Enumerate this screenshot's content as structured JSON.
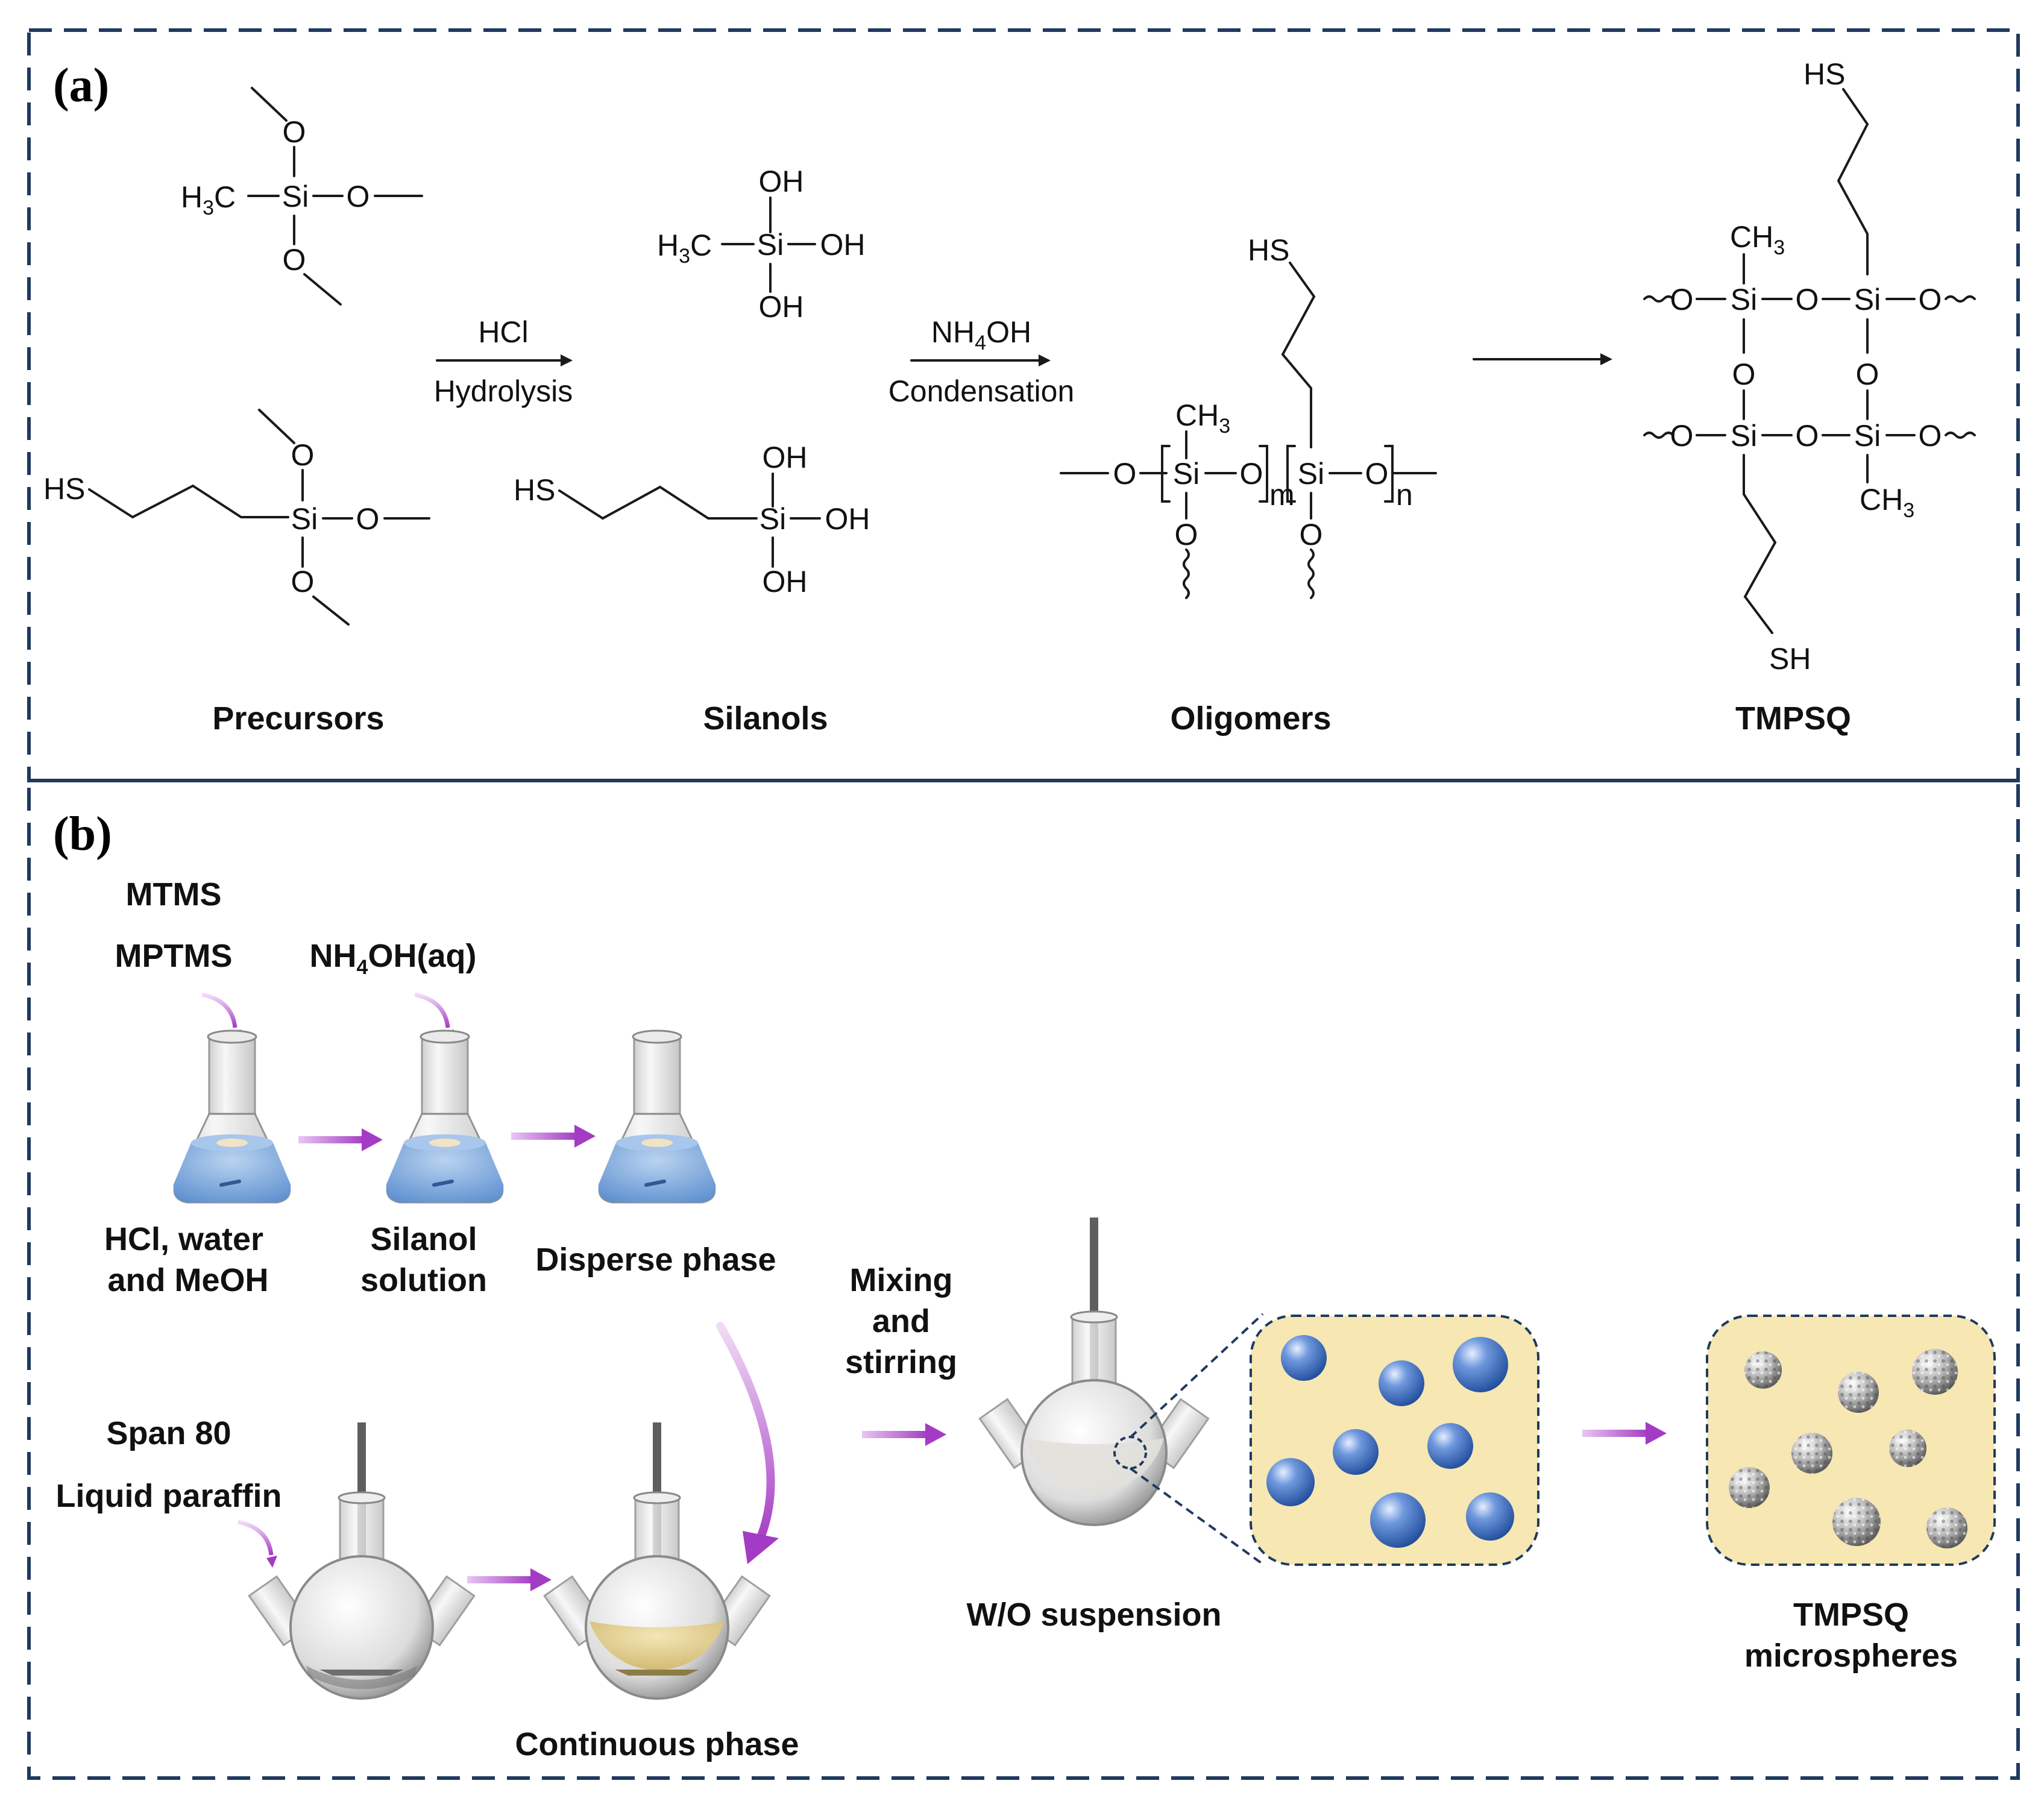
{
  "panel_a": {
    "letter": "(a)",
    "captions": {
      "precursors": "Precursors",
      "silanols": "Silanols",
      "oligomers": "Oligomers",
      "tmpsq": "TMPSQ"
    },
    "hydrolysis": {
      "reagent": "HCl",
      "label": "Hydrolysis"
    },
    "condensation": {
      "reagent_main": "NH",
      "reagent_sub": "4",
      "reagent_tail": "OH",
      "label": "Condensation"
    },
    "atoms": {
      "si": "Si",
      "o": "O",
      "oh": "OH",
      "hs": "HS",
      "sh": "SH",
      "h3c": "H",
      "three": "3",
      "c": "C",
      "ch": "CH",
      "m": "m",
      "n": "n"
    }
  },
  "panel_b": {
    "letter": "(b)",
    "mtms": "MTMS",
    "mptms": "MPTMS",
    "nh4oh": {
      "main": "NH",
      "sub": "4",
      "tail": "OH(aq)"
    },
    "flask1": {
      "line1": "HCl, water",
      "line2": "and MeOH"
    },
    "flask2": {
      "line1": "Silanol",
      "line2": "solution"
    },
    "flask3": "Disperse phase",
    "span80": "Span 80",
    "paraffin": "Liquid paraffin",
    "continuous": "Continuous phase",
    "mixing": {
      "line1": "Mixing",
      "line2": "and",
      "line3": "stirring"
    },
    "suspension": "W/O suspension",
    "product": {
      "line1": "TMPSQ",
      "line2": "microspheres"
    }
  },
  "colors": {
    "frame": "#1f3a5f",
    "arrow_purple": "#a43bc4",
    "liquid_blue": "#7aa6d9",
    "paraffin_yellow": "#f5e7b5",
    "droplet_blue": "#3d6fc2",
    "particle_gray": "#9a9a9a"
  }
}
